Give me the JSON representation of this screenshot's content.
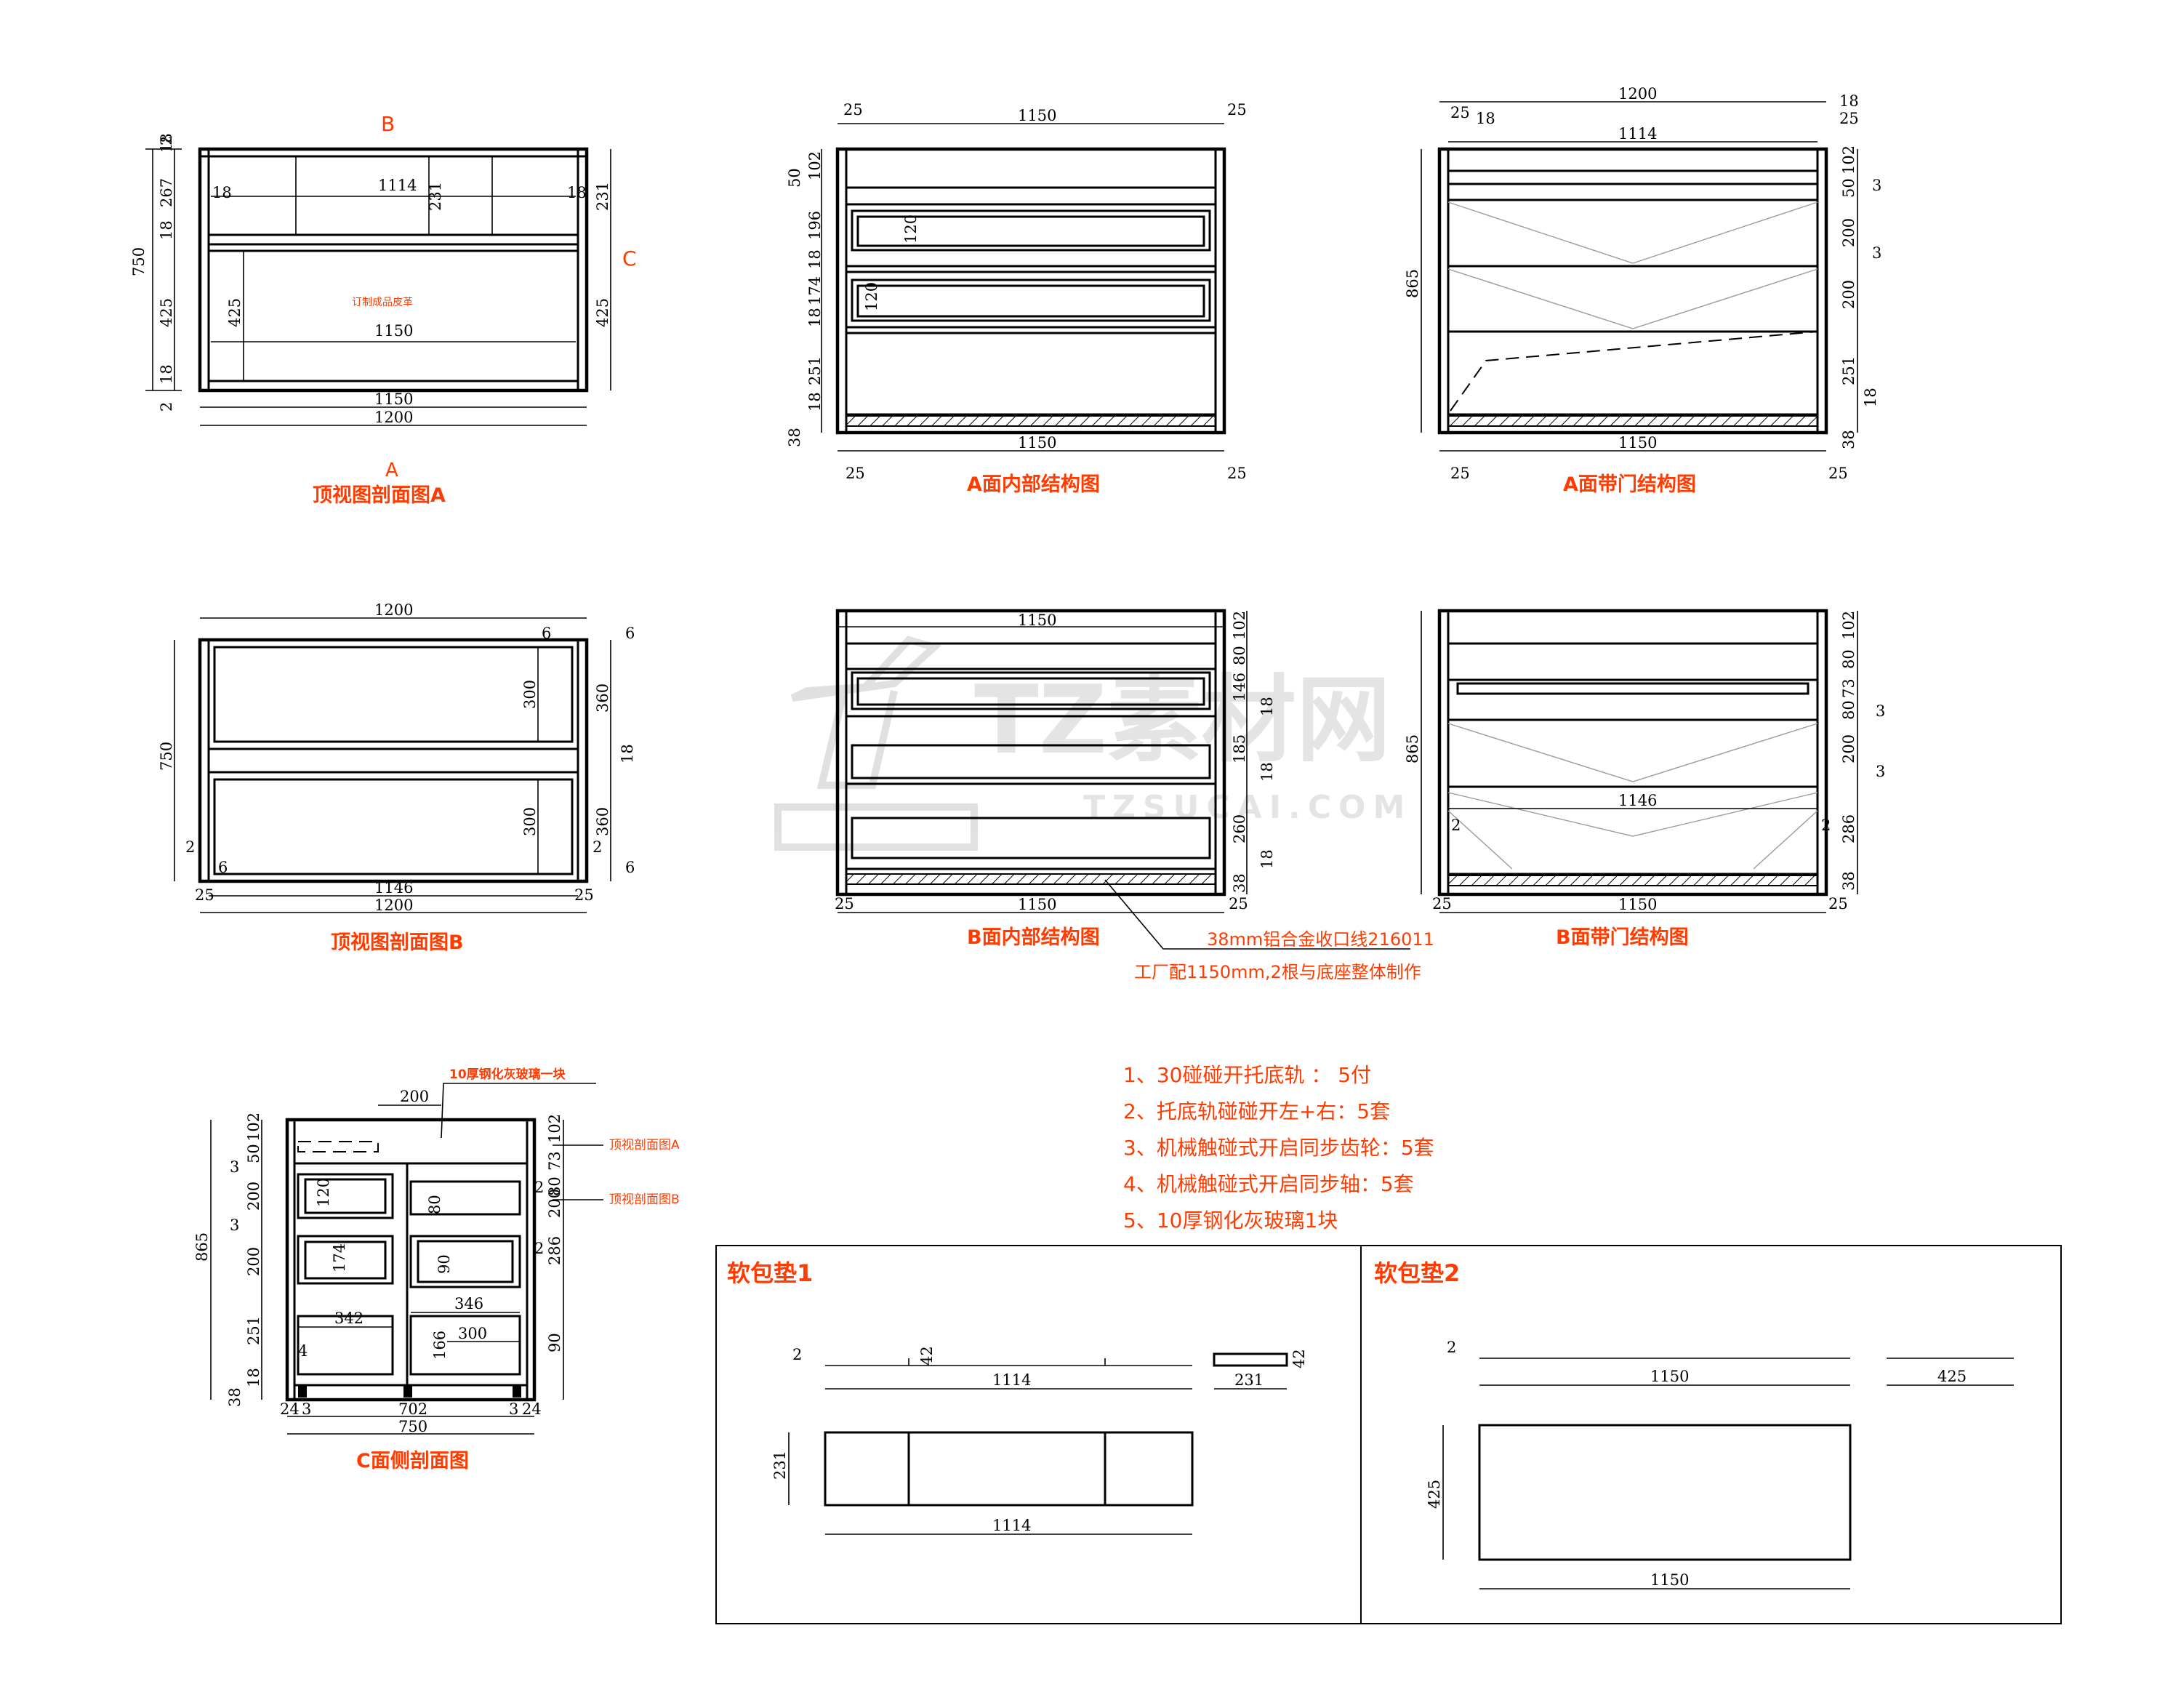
{
  "top_section_a": {
    "caption_letter": "A",
    "caption": "顶视图剖面图A",
    "label_b": "B",
    "label_c": "C",
    "leather_note": "订制成品皮革",
    "dims": [
      "1200",
      "1150",
      "1114",
      "1150",
      "750",
      "267",
      "425",
      "231",
      "425",
      "231",
      "425",
      "18",
      "18",
      "18",
      "18",
      "2",
      "2",
      "18"
    ]
  },
  "a_internal": {
    "caption": "A面内部结构图",
    "dims": [
      "1150",
      "1150",
      "25",
      "25",
      "25",
      "25",
      "102",
      "50",
      "196",
      "18",
      "174",
      "18",
      "251",
      "18",
      "38",
      "120",
      "120"
    ]
  },
  "a_door": {
    "caption": "A面带门结构图",
    "dims": [
      "1200",
      "1114",
      "1150",
      "25",
      "18",
      "18",
      "25",
      "25",
      "25",
      "865",
      "102",
      "50",
      "3",
      "200",
      "3",
      "200",
      "251",
      "18",
      "38"
    ]
  },
  "top_section_b": {
    "caption": "顶视图剖面图B",
    "dims": [
      "1200",
      "1146",
      "1200",
      "750",
      "300",
      "300",
      "360",
      "18",
      "360",
      "6",
      "6",
      "6",
      "6",
      "2",
      "2",
      "25",
      "25"
    ]
  },
  "b_internal": {
    "caption": "B面内部结构图",
    "dims": [
      "1150",
      "1150",
      "25",
      "25",
      "102",
      "80",
      "146",
      "18",
      "185",
      "18",
      "260",
      "18",
      "38"
    ],
    "callout_line1": "38mm铝合金收口线216011",
    "callout_line2": "工厂配1150mm,2根与底座整体制作"
  },
  "b_door": {
    "caption": "B面带门结构图",
    "dims": [
      "1146",
      "1150",
      "25",
      "25",
      "865",
      "102",
      "80",
      "73",
      "80",
      "3",
      "200",
      "3",
      "286",
      "38",
      "2",
      "2"
    ]
  },
  "c_side": {
    "caption": "C面侧剖面图",
    "glass_note": "10厚钢化灰玻璃一块",
    "ref_a": "顶视剖面图A",
    "ref_b": "顶视剖面图B",
    "dims": [
      "200",
      "102",
      "50",
      "3",
      "200",
      "3",
      "200",
      "251",
      "18",
      "38",
      "865",
      "120",
      "174",
      "342",
      "4",
      "80",
      "73",
      "80",
      "200",
      "286",
      "90",
      "90",
      "346",
      "300",
      "166",
      "2",
      "2",
      "24",
      "3",
      "702",
      "3",
      "24",
      "750"
    ]
  },
  "notes": [
    "1、30碰碰开托底轨 ： 5付",
    "2、托底轨碰碰开左+右：5套",
    "3、机械触碰式开启同步齿轮：5套",
    "4、机械触碰式开启同步轴：5套",
    "5、10厚钢化灰玻璃1块"
  ],
  "cushion1": {
    "title": "软包垫1",
    "dims": [
      "2",
      "42",
      "1114",
      "231",
      "42",
      "231",
      "1114"
    ]
  },
  "cushion2": {
    "title": "软包垫2",
    "dims": [
      "2",
      "1150",
      "425",
      "425",
      "1150"
    ]
  },
  "watermark": {
    "brand": "TZ素材网",
    "url": "TZSUCAI.COM"
  }
}
